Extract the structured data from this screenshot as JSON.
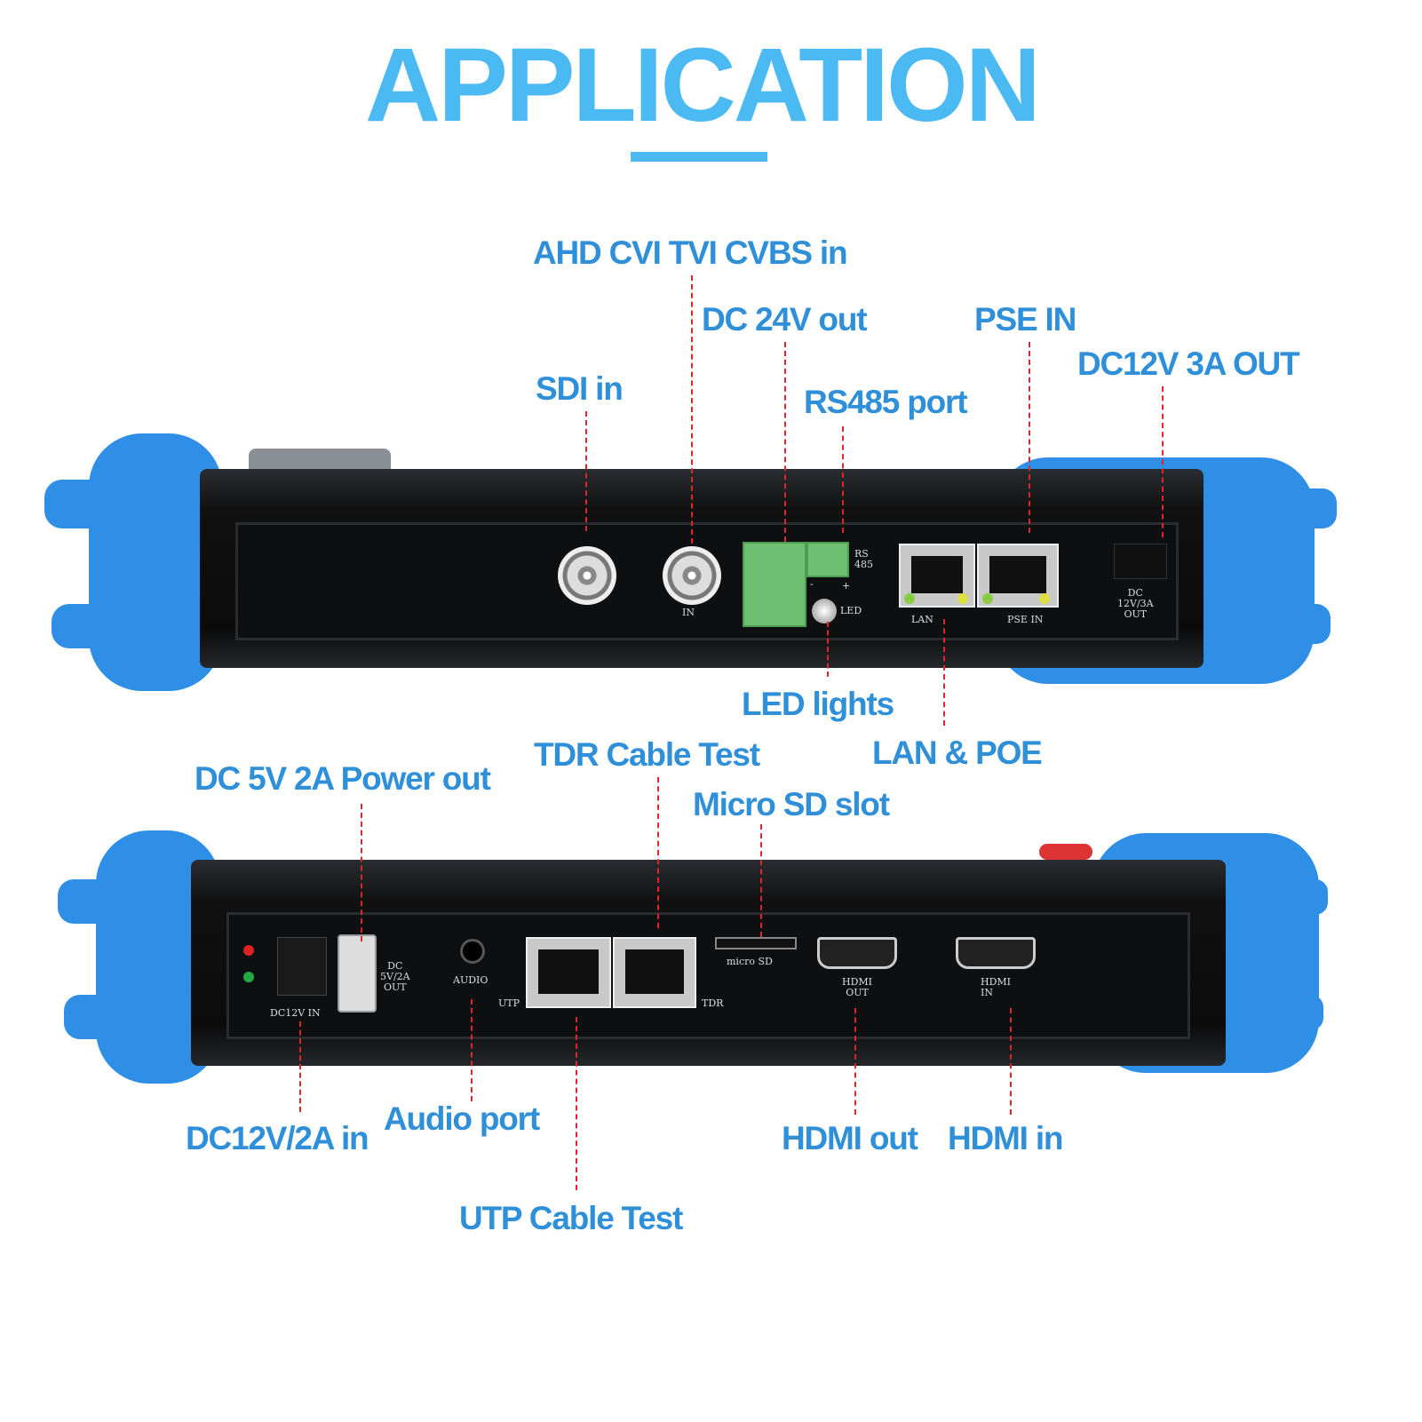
{
  "title": "APPLICATION",
  "top_panel": {
    "callouts": {
      "ahd": "AHD CVI TVI CVBS in",
      "dc24": "DC 24V out",
      "pse": "PSE IN",
      "dc12out": "DC12V 3A OUT",
      "sdi": "SDI in",
      "rs485": "RS485 port",
      "led": "LED lights",
      "lan": "LAN & POE"
    },
    "printed": {
      "in": "IN",
      "rs": "RS",
      "n485": "485",
      "minus": "-",
      "plus": "+",
      "led": "LED",
      "lan": "LAN",
      "psein": "PSE IN",
      "dc": "DC",
      "dcv": "12V/3A",
      "out": "OUT"
    }
  },
  "bottom_panel": {
    "callouts": {
      "tdr": "TDR Cable Test",
      "dc5": "DC 5V 2A Power out",
      "sd": "Micro SD slot",
      "dc12in": "DC12V/2A in",
      "audio": "Audio port",
      "hdmiout": "HDMI out",
      "hdmiin": "HDMI in",
      "utp": "UTP Cable Test"
    },
    "printed": {
      "dc12in": "DC12V IN",
      "dc": "DC",
      "dc5": "5V/2A",
      "out": "OUT",
      "audio": "AUDIO",
      "utp": "UTP",
      "tdr": "TDR",
      "microsd": "micro SD",
      "hdmi1": "HDMI",
      "out2": "OUT",
      "hdmi2": "HDMI",
      "in": "IN"
    }
  },
  "colors": {
    "title": "#4bb9f2",
    "label": "#2f8fd9",
    "leader": "#e0262b",
    "bumper": "#2f8fe6"
  }
}
